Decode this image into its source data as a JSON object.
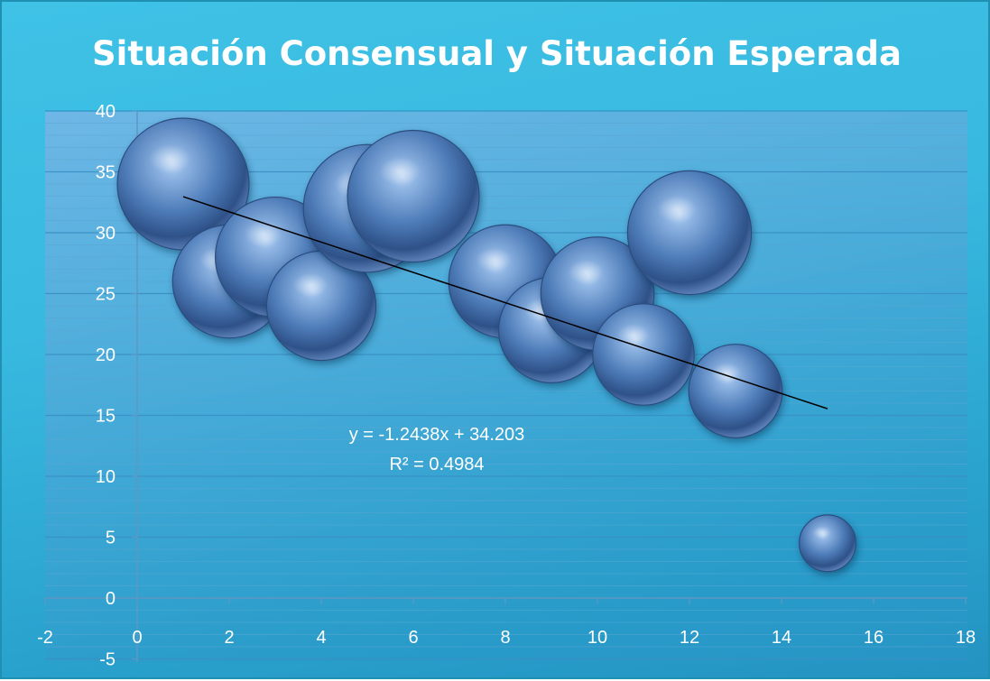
{
  "chart_data": {
    "type": "bubble",
    "title": "Situación Consensual y Situación Esperada",
    "xlim": [
      -2,
      18
    ],
    "ylim": [
      -5,
      40
    ],
    "x_ticks": [
      -2,
      0,
      2,
      4,
      6,
      8,
      10,
      12,
      14,
      16,
      18
    ],
    "y_ticks": [
      -5,
      0,
      5,
      10,
      15,
      20,
      25,
      30,
      35,
      40
    ],
    "grid": "horizontal",
    "series": [
      {
        "points": [
          {
            "x": 1,
            "y": 34,
            "size": 1.0
          },
          {
            "x": 2,
            "y": 26,
            "size": 0.86
          },
          {
            "x": 3,
            "y": 28,
            "size": 0.91
          },
          {
            "x": 4,
            "y": 24,
            "size": 0.83
          },
          {
            "x": 5,
            "y": 32,
            "size": 0.97
          },
          {
            "x": 6,
            "y": 33,
            "size": 1.0
          },
          {
            "x": 8,
            "y": 26,
            "size": 0.86
          },
          {
            "x": 9,
            "y": 22,
            "size": 0.8
          },
          {
            "x": 10,
            "y": 25,
            "size": 0.86
          },
          {
            "x": 11,
            "y": 20,
            "size": 0.77
          },
          {
            "x": 12,
            "y": 30,
            "size": 0.94
          },
          {
            "x": 13,
            "y": 17,
            "size": 0.71
          },
          {
            "x": 15,
            "y": 4.5,
            "size": 0.43
          }
        ],
        "color": "#4a78b4"
      }
    ],
    "trendline": {
      "type": "linear",
      "slope": -1.2438,
      "intercept": 34.203,
      "x_range": [
        1,
        15
      ],
      "equation": "y = -1.2438x + 34.203",
      "r_squared": "R² = 0.4984",
      "color": "#000000"
    }
  },
  "colors": {
    "background": "#38b9e0",
    "title": "#ffffff",
    "bubble": "#4a78b4"
  }
}
